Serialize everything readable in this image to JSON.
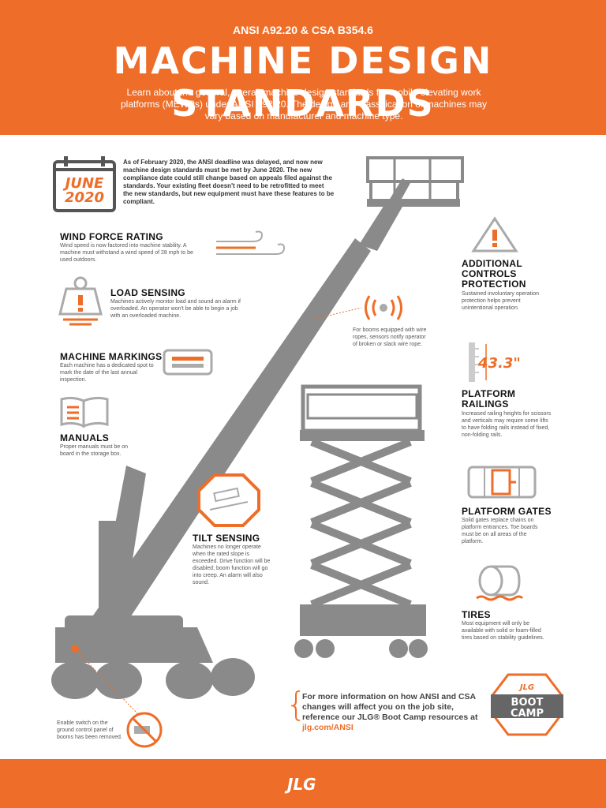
{
  "header": {
    "subtitle": "ANSI A92.20 & CSA B354.6",
    "title": "MACHINE DESIGN STANDARDS",
    "intro": "Learn about the general, overall machine design standards for mobile elevating work platforms (MEWPs) under ANSI A92.20. The design and classification of machines may vary based on manufacturer and machine type."
  },
  "calendar": {
    "month": "JUNE",
    "year": "2020"
  },
  "deadline_text": "As of February 2020, the ANSI deadline was delayed, and now new machine design standards must be met by June 2020. The new compliance date could still change based on appeals filed against the standards. Your existing fleet doesn't need to be retrofitted to meet the new standards, but new equipment must have these features to be compliant.",
  "features": {
    "wind": {
      "title": "WIND FORCE RATING",
      "desc": "Wind speed is now factored into machine stability. A machine must withstand a wind speed of 28 mph to be used outdoors."
    },
    "load": {
      "title": "LOAD SENSING",
      "desc": "Machines actively monitor load and sound an alarm if overloaded. An operator won't be able to begin a job with an overloaded machine."
    },
    "markings": {
      "title": "MACHINE MARKINGS",
      "desc": "Each machine has a dedicated spot to mark the date of the last annual inspection."
    },
    "manuals": {
      "title": "MANUALS",
      "desc": "Proper manuals must be on board in the storage box."
    },
    "tilt": {
      "title": "TILT SENSING",
      "desc": "Machines no longer operate when the rated slope is exceeded. Drive function will be disabled; boom function will go into creep. An alarm will also sound."
    },
    "controls": {
      "title_1": "ADDITIONAL",
      "title_2": "CONTROLS",
      "title_3": "PROTECTION",
      "desc": "Sustained involuntary operation protection helps prevent unintentional operation."
    },
    "railings": {
      "title_1": "PLATFORM",
      "title_2": "RAILINGS",
      "height": "43.3\"",
      "desc": "Increased railing heights for scissors and verticals may require some lifts to have folding rails instead of fixed, non-folding rails."
    },
    "gates": {
      "title": "PLATFORM GATES",
      "desc": "Solid gates replace chains on platform entrances. Toe boards must be on all areas of the platform."
    },
    "tires": {
      "title": "TIRES",
      "desc": "Most equipment will only be available with solid or foam-filled tires based on stability guidelines."
    },
    "wire": {
      "desc": "For booms equipped with wire ropes, sensors notify operator of broken or slack wire rope."
    },
    "enable": {
      "desc": "Enable switch on the ground control panel of booms has been removed."
    }
  },
  "more_info": {
    "text": "For more information on how ANSI and CSA changes will affect you on the job site, reference our JLG® Boot Camp resources at",
    "link": "jlg.com/ANSI"
  },
  "bootcamp": {
    "brand": "JLG",
    "line1": "BOOT",
    "line2": "CAMP"
  },
  "footer": {
    "logo": "JLG"
  },
  "colors": {
    "orange": "#ee6d28",
    "gray": "#8a8a8a",
    "dark": "#333333"
  }
}
